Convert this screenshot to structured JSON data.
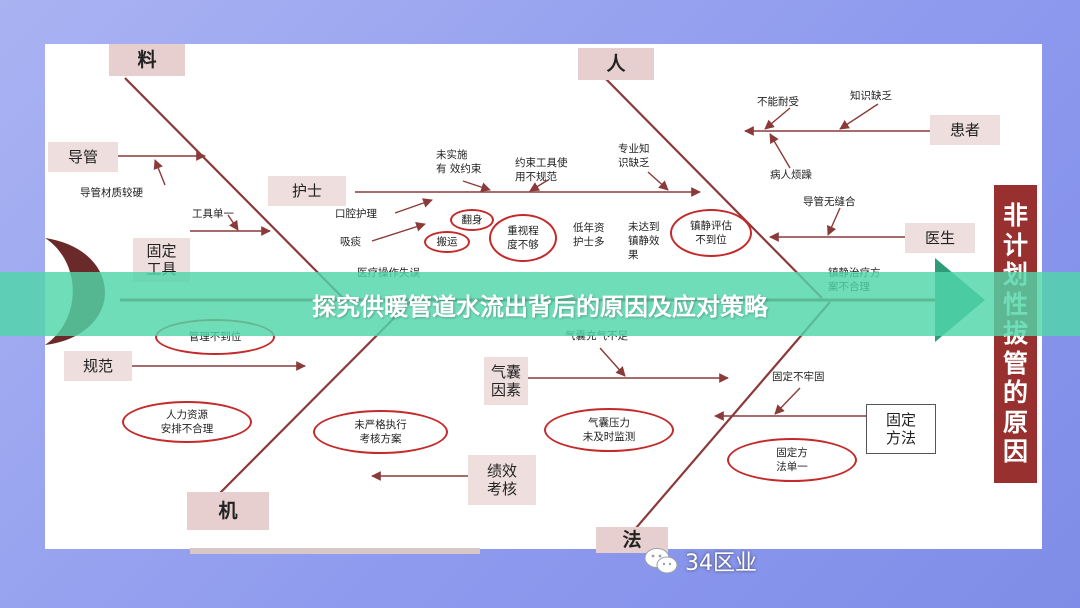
{
  "page": {
    "banner_title": "探究供暖管道水流出背后的原因及应对策略",
    "watermark": "34区业"
  },
  "diagram": {
    "side_title": "非\n计\n划\n性\n拔\n管\n的\n原\n因",
    "categories": {
      "material": "料",
      "people": "人",
      "machine": "机",
      "method": "法"
    },
    "causes": {
      "catheter": "导管",
      "nurse": "护士",
      "fixation_tool": "固定\n工具",
      "standard": "规范",
      "patient": "患者",
      "doctor": "医生",
      "airbag_factor": "气囊\n因素",
      "fixation_method": "固定\n方法",
      "performance": "绩效\n考核"
    },
    "labels": {
      "catheter_hard": "导管材质较硬",
      "tool_single": "工具单一",
      "oral_care": "口腔护理",
      "suction": "吸痰",
      "not_implemented": "未实施\n有 效约束",
      "restraint_tool": "约束工具使\n用不规范",
      "lack_knowledge_nurse": "专业知\n识缺乏",
      "young_nurse": "低年资\n护士多",
      "sedation_poor": "未达到\n镇静效\n果",
      "medical_op": "医疗操作失误",
      "intolerance": "不能耐受",
      "lack_knowledge": "知识缺乏",
      "irritable": "病人烦躁",
      "no_suture": "导管无缝合",
      "sedation_therapy": "镇静治疗方\n案不合理",
      "airbag_insufficient": "气囊充气不足",
      "fixation_unstable": "固定不牢固"
    },
    "ovals": {
      "turn_over": "翻身",
      "transfer": "搬运",
      "not_valued": "重视程\n度不够",
      "sedation_eval": "镇静评估\n不到位",
      "mgmt_poor": "管理不到位",
      "hr_alloc": "人力资源\n安排不合理",
      "not_strict": "未严格执行\n考核方案",
      "airbag_pressure": "气囊压力\n未及时监测",
      "single_method": "固定方\n法单一"
    }
  }
}
